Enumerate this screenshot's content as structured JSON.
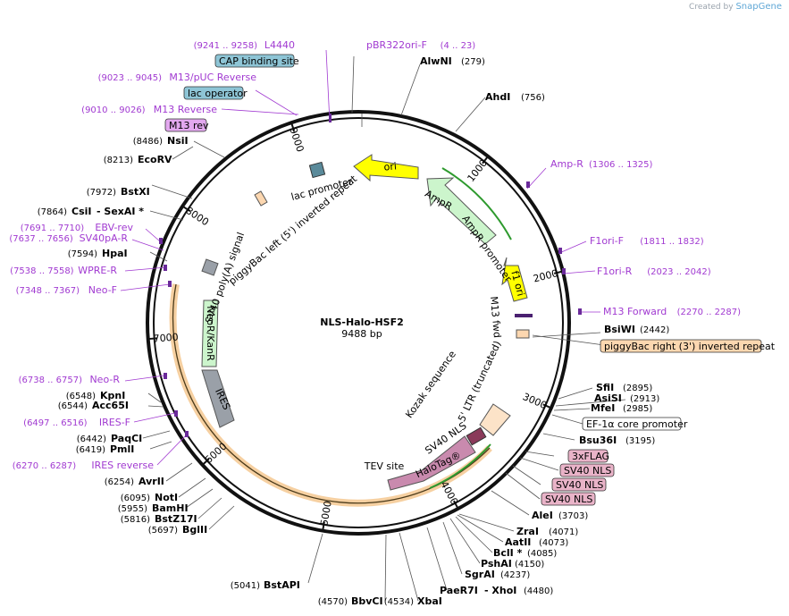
{
  "watermark": {
    "prefix": "Created by",
    "brand": "SnapGene"
  },
  "plasmid": {
    "name": "NLS-Halo-HSF2",
    "size": "9488 bp",
    "length": 9488
  },
  "ticks": [
    {
      "label": "1000",
      "pos": 1000
    },
    {
      "label": "2000",
      "pos": 2000
    },
    {
      "label": "3000",
      "pos": 3000
    },
    {
      "label": "4000",
      "pos": 4000
    },
    {
      "label": "5000",
      "pos": 5000
    },
    {
      "label": "6000",
      "pos": 6000
    },
    {
      "label": "7000",
      "pos": 7000
    },
    {
      "label": "8000",
      "pos": 8000
    },
    {
      "label": "9000",
      "pos": 9000
    }
  ],
  "sites_right": [
    {
      "name": "AlwNI",
      "pos": "(279)"
    },
    {
      "name": "AhdI",
      "pos": "(756)"
    },
    {
      "name": "BsiWI",
      "pos": "(2442)"
    },
    {
      "name": "SfiI",
      "pos": "(2895)"
    },
    {
      "name": "AsiSI",
      "pos": "(2913)"
    },
    {
      "name": "MfeI",
      "pos": "(2985)"
    },
    {
      "name": "Bsu36I",
      "pos": "(3195)"
    },
    {
      "name": "AleI",
      "pos": "(3703)"
    },
    {
      "name": "ZraI",
      "pos": "(4071)"
    },
    {
      "name": "AatII",
      "pos": "(4073)"
    },
    {
      "name": "BclI *",
      "pos": "(4085)"
    },
    {
      "name": "PshAI",
      "pos": "(4150)"
    },
    {
      "name": "SgrAI",
      "pos": "(4237)"
    },
    {
      "name": "PaeR7I",
      "pos": "(4480)",
      "extra": "- XhoI"
    },
    {
      "name": "XbaI",
      "pos": "(4534)"
    },
    {
      "name": "BbvCI",
      "pos": "(4570)"
    },
    {
      "name": "BstAPI",
      "pos": "(5041)"
    }
  ],
  "sites_left": [
    {
      "name": "NsiI",
      "pos": "(8486)"
    },
    {
      "name": "EcoRV",
      "pos": "(8213)"
    },
    {
      "name": "BstXI",
      "pos": "(7972)"
    },
    {
      "name": "CsiI",
      "pos": "(7864)",
      "extra": "- SexAI *"
    },
    {
      "name": "HpaI",
      "pos": "(7594)"
    },
    {
      "name": "KpnI",
      "pos": "(6548)"
    },
    {
      "name": "Acc65I",
      "pos": "(6544)"
    },
    {
      "name": "PaqCI",
      "pos": "(6442)"
    },
    {
      "name": "PmlI",
      "pos": "(6419)"
    },
    {
      "name": "AvrII",
      "pos": "(6254)"
    },
    {
      "name": "NotI",
      "pos": "(6095)"
    },
    {
      "name": "BamHI",
      "pos": "(5955)"
    },
    {
      "name": "BstZ17I",
      "pos": "(5816)"
    },
    {
      "name": "BglII",
      "pos": "(5697)"
    }
  ],
  "primers": [
    {
      "name": "L4440",
      "pos": "(9241 .. 9258)"
    },
    {
      "name": "pBR322ori-F",
      "pos": "(4 .. 23)"
    },
    {
      "name": "M13/pUC Reverse",
      "pos": "(9023 .. 9045)"
    },
    {
      "name": "M13 Reverse",
      "pos": "(9010 .. 9026)"
    },
    {
      "name": "Amp-R",
      "pos": "(1306 .. 1325)"
    },
    {
      "name": "F1ori-F",
      "pos": "(1811 .. 1832)"
    },
    {
      "name": "F1ori-R",
      "pos": "(2023 .. 2042)"
    },
    {
      "name": "M13 Forward",
      "pos": "(2270 .. 2287)"
    },
    {
      "name": "EBV-rev",
      "pos": "(7691 .. 7710)"
    },
    {
      "name": "SV40pA-R",
      "pos": "(7637 .. 7656)"
    },
    {
      "name": "WPRE-R",
      "pos": "(7538 .. 7558)"
    },
    {
      "name": "Neo-F",
      "pos": "(7348 .. 7367)"
    },
    {
      "name": "Neo-R",
      "pos": "(6738 .. 6757)"
    },
    {
      "name": "IRES-F",
      "pos": "(6497 .. 6516)"
    },
    {
      "name": "IRES reverse",
      "pos": "(6270 .. 6287)"
    }
  ],
  "boxed_features": [
    {
      "name": "CAP binding site",
      "color": "#8ec5d6"
    },
    {
      "name": "lac operator",
      "color": "#8ec5d6"
    },
    {
      "name": "M13 rev",
      "color": "#e3a8ef"
    },
    {
      "name": "piggyBac right (3') inverted repeat",
      "color": "#fcd7b0"
    },
    {
      "name": "EF-1α core promoter",
      "color": "#ffffff"
    },
    {
      "name": "3xFLAG",
      "color": "#e9b3c8"
    },
    {
      "name": "SV40 NLS",
      "color": "#e9b3c8"
    },
    {
      "name": "SV40 NLS",
      "color": "#e9b3c8"
    },
    {
      "name": "SV40 NLS",
      "color": "#e9b3c8"
    }
  ],
  "inner_features": {
    "ori": "ori",
    "ampr": "AmpR",
    "ampr_promoter": "AmpR promoter",
    "f1_ori": "f1 ori",
    "m13_fwd": "M13 fwd",
    "lac_promoter": "lac promoter",
    "pb_left": "piggyBac left (5') inverted repeat",
    "sv40_polya": "SV40 poly(A) signal",
    "neor": "NeoR/KanR",
    "ires": "IRES",
    "kozak": "Kozak sequence",
    "ltr": "5' LTR (truncated)",
    "sv40_nls": "SV40 NLS",
    "halotag": "HaloTag®",
    "tev": "TEV site"
  },
  "colors": {
    "primer": "#a13ad1",
    "ori": "#ffff00",
    "ampr": "#ccf5cc",
    "halotag": "#c98aae",
    "neor": "#ccf5cc",
    "ires": "#9aa0a8",
    "orf_outline": "#f4c48a",
    "green_line": "#2e9a2e"
  }
}
